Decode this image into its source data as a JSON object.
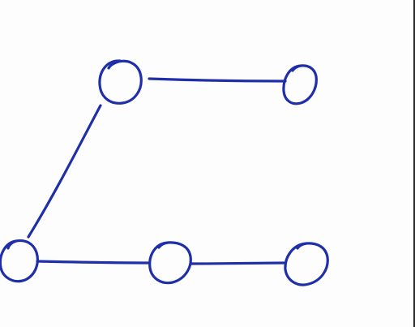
{
  "colors": {
    "ink": "#1f2fa8",
    "paper": "#fdfdfd",
    "border": "#2a2a2a"
  },
  "graph": {
    "node_count": 5,
    "edge_count": 4,
    "nodes": [
      "node-top-left",
      "node-top-right",
      "node-bottom-left",
      "node-bottom-middle",
      "node-bottom-right"
    ],
    "edges": [
      [
        "node-top-left",
        "node-top-right"
      ],
      [
        "node-top-left",
        "node-bottom-left"
      ],
      [
        "node-bottom-left",
        "node-bottom-middle"
      ],
      [
        "node-bottom-middle",
        "node-bottom-right"
      ]
    ]
  }
}
